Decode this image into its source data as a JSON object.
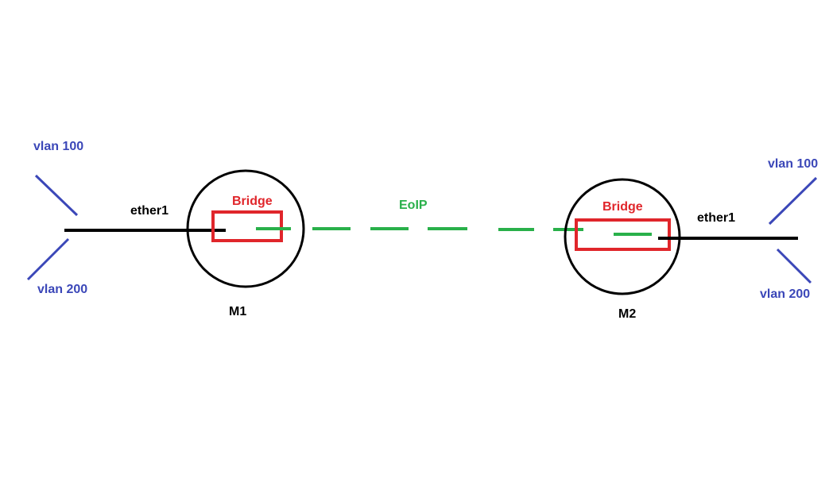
{
  "colors": {
    "background": "#ffffff",
    "link": "#000000",
    "node": "#000000",
    "bridge": "#e0262b",
    "tunnel": "#29b04a",
    "vlan": "#3b47b8"
  },
  "left_site": {
    "vlan_top": "vlan 100",
    "vlan_bottom": "vlan 200",
    "interface": "ether1",
    "bridge": "Bridge",
    "router": "M1"
  },
  "tunnel": {
    "label": "EoIP"
  },
  "right_site": {
    "vlan_top": "vlan 100",
    "vlan_bottom": "vlan 200",
    "interface": "ether1",
    "bridge": "Bridge",
    "router": "M2"
  }
}
